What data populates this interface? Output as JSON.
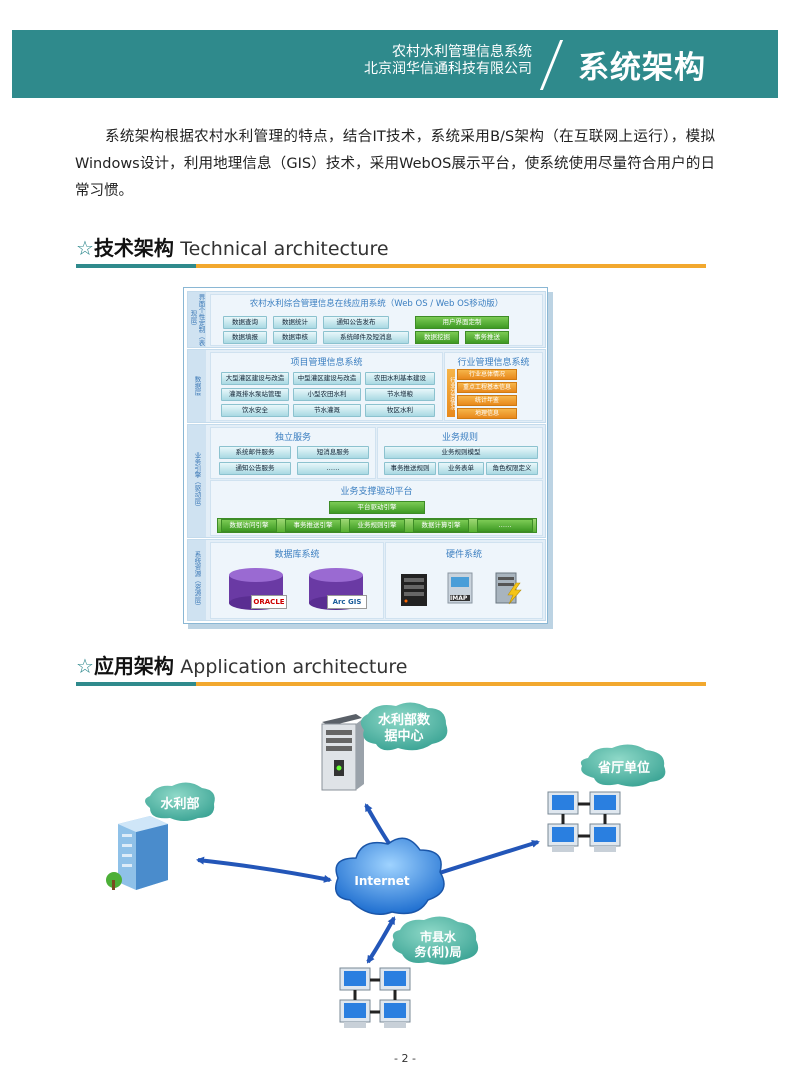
{
  "header": {
    "system_name": "农村水利管理信息系统",
    "company": "北京润华信通科技有限公司",
    "page_title": "系统架构"
  },
  "intro": "系统架构根据农村水利管理的特点，结合IT技术，系统采用B/S架构（在互联网上运行），模拟Windows设计，利用地理信息（GIS）技术，采用WebOS展示平台，使系统使用尽量符合用户的日常习惯。",
  "sections": {
    "tech": {
      "star": "☆",
      "cn": "技术架构",
      "en": "Technical architecture"
    },
    "app": {
      "star": "☆",
      "cn": "应用架构",
      "en": "Application architecture"
    }
  },
  "tech_arch": {
    "layers": {
      "display": "界面个性定制（表现层）",
      "data": "数据层",
      "business": "业务引擎（驱动层）",
      "resource": "系统资源（资源层）"
    },
    "top": {
      "title": "农村水利综合管理信息在线应用系统（Web OS / Web OS移动版）",
      "boxes": [
        "数据查询",
        "数据统计",
        "通知公告发布",
        "数据填报",
        "数据审核",
        "系统邮件及短消息"
      ],
      "green": [
        "用户界面定制",
        "数据挖掘",
        "事务推送"
      ]
    },
    "project": {
      "title": "项目管理信息系统",
      "boxes": [
        "大型灌区建设与改造",
        "中型灌区建设与改造",
        "农田水利基本建设",
        "灌溉排水泵站管理",
        "小型农田水利",
        "节水增粮",
        "饮水安全",
        "节水灌溉",
        "牧区水利"
      ]
    },
    "industry": {
      "title": "行业管理信息系统",
      "side": "行业分类情况",
      "boxes": [
        "行业总体情况",
        "重点工程基本信息",
        "统计年鉴",
        "地理信息"
      ]
    },
    "independent": {
      "title": "独立服务",
      "boxes": [
        "系统邮件服务",
        "短消息服务",
        "通知公告服务",
        "……"
      ]
    },
    "rules": {
      "title": "业务规则",
      "boxes": [
        "业务规则模型",
        "事务推送规则",
        "业务表单",
        "角色权限定义"
      ]
    },
    "platform": {
      "title": "业务支撑驱动平台",
      "center": "平台驱动引擎",
      "engines": [
        "数据访问引擎",
        "事务推送引擎",
        "业务规则引擎",
        "数据计算引擎",
        "……"
      ]
    },
    "database": {
      "title": "数据库系统",
      "logos": [
        "ORACLE",
        "Arc GIS"
      ]
    },
    "hardware": {
      "title": "硬件系统",
      "imap": "IMAP"
    }
  },
  "app_arch": {
    "center": "Internet",
    "nodes": {
      "datacenter": "水利部数据中心",
      "ministry": "水利部",
      "province": "省厅单位",
      "county": "市县水务(利)局"
    }
  },
  "page_number": "- 2 -"
}
